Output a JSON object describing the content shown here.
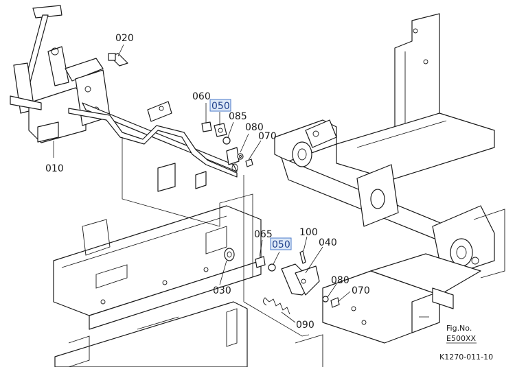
{
  "callouts": {
    "c010": "010",
    "c020": "020",
    "c030": "030",
    "c040": "040",
    "c050_upper": "050",
    "c050_lower": "050",
    "c060": "060",
    "c065": "065",
    "c070_upper": "070",
    "c070_lower": "070",
    "c080_upper": "080",
    "c080_lower": "080",
    "c085": "085",
    "c090": "090",
    "c100": "100"
  },
  "figure": {
    "label": "Fig.No.",
    "number": "E500XX",
    "code": "K1270-011-10"
  },
  "colors": {
    "highlight_fill": "#dce8f7",
    "highlight_border": "#4a78c8",
    "line": "#1a1a1a"
  }
}
